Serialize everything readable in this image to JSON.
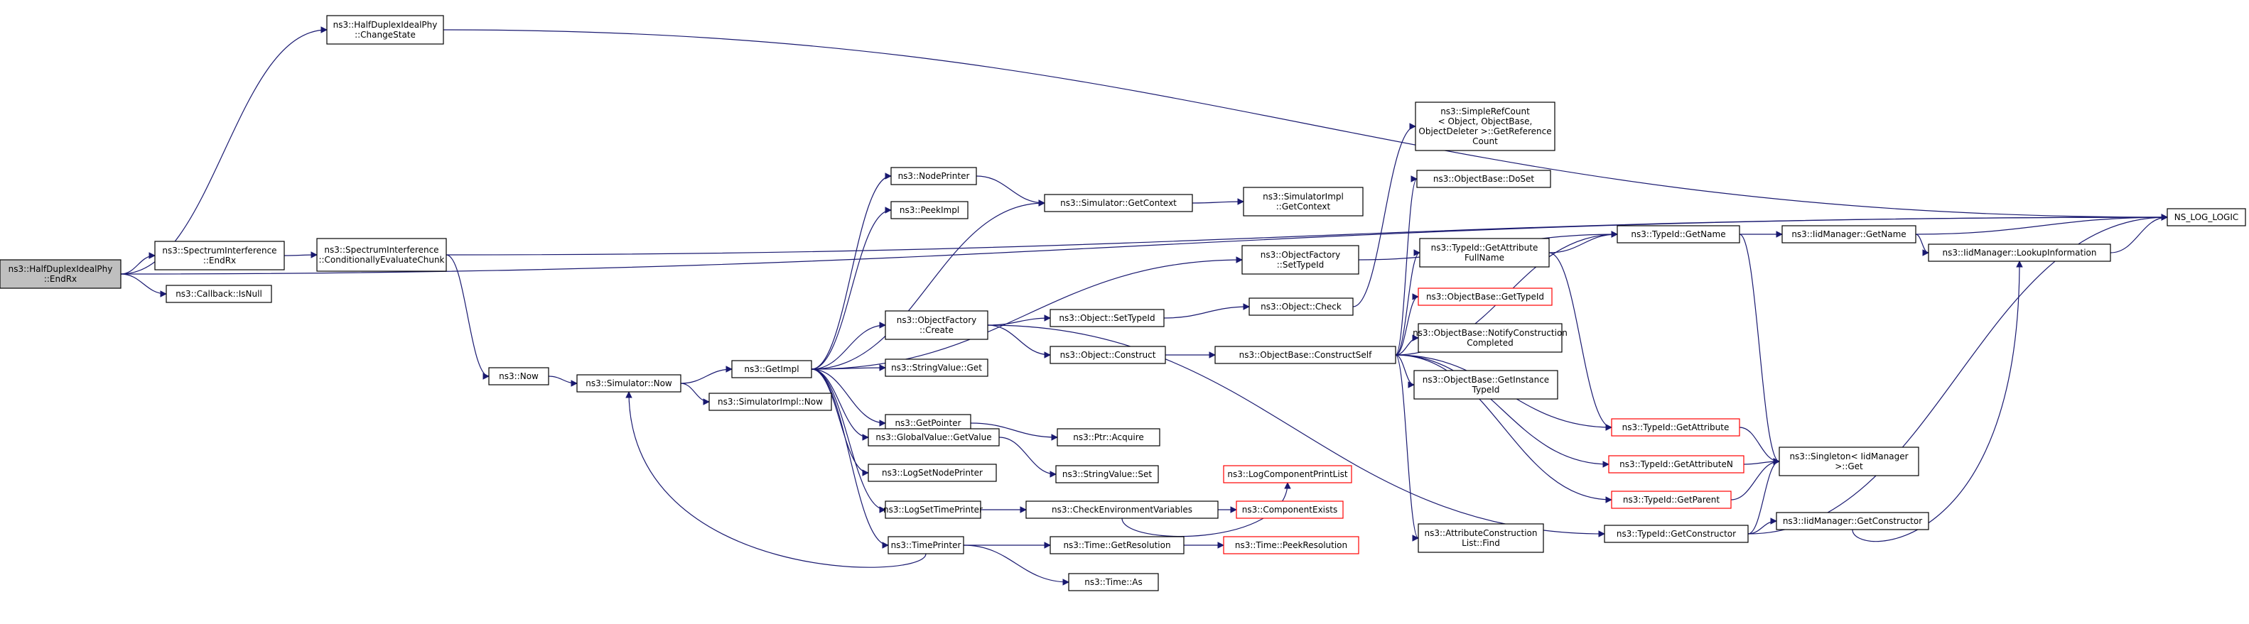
{
  "colors": {
    "background": "#ffffff",
    "node_fill": "#ffffff",
    "root_fill": "#bfbfbf",
    "edge": "#191970",
    "border": "#000000",
    "border_incomplete": "#ff0000"
  },
  "nodes": {
    "endrx": {
      "lines": [
        "ns3::HalfDuplexIdealPhy",
        "::EndRx"
      ],
      "root": true
    },
    "changestate": {
      "lines": [
        "ns3::HalfDuplexIdealPhy",
        "::ChangeState"
      ]
    },
    "spec_endrx": {
      "lines": [
        "ns3::SpectrumInterference",
        "::EndRx"
      ]
    },
    "cond": {
      "lines": [
        "ns3::SpectrumInterference",
        "::ConditionallyEvaluateChunk"
      ]
    },
    "isnull": {
      "lines": [
        "ns3::Callback::IsNull"
      ]
    },
    "now": {
      "lines": [
        "ns3::Now"
      ]
    },
    "simnow": {
      "lines": [
        "ns3::Simulator::Now"
      ]
    },
    "simimplnow": {
      "lines": [
        "ns3::SimulatorImpl::Now"
      ]
    },
    "getimpl": {
      "lines": [
        "ns3::GetImpl"
      ]
    },
    "nodeprinter": {
      "lines": [
        "ns3::NodePrinter"
      ]
    },
    "peekimpl": {
      "lines": [
        "ns3::PeekImpl"
      ]
    },
    "getcontext": {
      "lines": [
        "ns3::Simulator::GetContext"
      ]
    },
    "implgetcontext": {
      "lines": [
        "ns3::SimulatorImpl",
        "::GetContext"
      ]
    },
    "ofcreate": {
      "lines": [
        "ns3::ObjectFactory",
        "::Create"
      ]
    },
    "ofsettypeid": {
      "lines": [
        "ns3::ObjectFactory",
        "::SetTypeId"
      ]
    },
    "strget": {
      "lines": [
        "ns3::StringValue::Get"
      ]
    },
    "getpointer": {
      "lines": [
        "ns3::GetPointer"
      ]
    },
    "gvgetvalue": {
      "lines": [
        "ns3::GlobalValue::GetValue"
      ]
    },
    "lognodeprinter": {
      "lines": [
        "ns3::LogSetNodePrinter"
      ]
    },
    "logtimeprinter": {
      "lines": [
        "ns3::LogSetTimePrinter"
      ]
    },
    "timeprinter": {
      "lines": [
        "ns3::TimePrinter"
      ]
    },
    "objsettypeid": {
      "lines": [
        "ns3::Object::SetTypeId"
      ]
    },
    "objconstruct": {
      "lines": [
        "ns3::Object::Construct"
      ]
    },
    "ptracquire": {
      "lines": [
        "ns3::Ptr::Acquire"
      ]
    },
    "strset": {
      "lines": [
        "ns3::StringValue::Set"
      ]
    },
    "checkenv": {
      "lines": [
        "ns3::CheckEnvironmentVariables"
      ]
    },
    "getres": {
      "lines": [
        "ns3::Time::GetResolution"
      ]
    },
    "timeas": {
      "lines": [
        "ns3::Time::As"
      ]
    },
    "logcomplist": {
      "lines": [
        "ns3::LogComponentPrintList"
      ],
      "red": true
    },
    "compexists": {
      "lines": [
        "ns3::ComponentExists"
      ],
      "red": true
    },
    "peekres": {
      "lines": [
        "ns3::Time::PeekResolution"
      ],
      "red": true
    },
    "objcheck": {
      "lines": [
        "ns3::Object::Check"
      ]
    },
    "construct_self": {
      "lines": [
        "ns3::ObjectBase::ConstructSelf"
      ]
    },
    "refcount": {
      "lines": [
        "ns3::SimpleRefCount",
        "< Object, ObjectBase,",
        "ObjectDeleter >::GetReference",
        "Count"
      ]
    },
    "doset": {
      "lines": [
        "ns3::ObjectBase::DoSet"
      ]
    },
    "attrfullname": {
      "lines": [
        "ns3::TypeId::GetAttribute",
        "FullName"
      ]
    },
    "obgettypeid": {
      "lines": [
        "ns3::ObjectBase::GetTypeId"
      ],
      "red": true
    },
    "notifyconst": {
      "lines": [
        "ns3::ObjectBase::NotifyConstruction",
        "Completed"
      ]
    },
    "getinstance": {
      "lines": [
        "ns3::ObjectBase::GetInstance",
        "TypeId"
      ]
    },
    "attrconstfind": {
      "lines": [
        "ns3::AttributeConstruction",
        "List::Find"
      ]
    },
    "tgetname": {
      "lines": [
        "ns3::TypeId::GetName"
      ]
    },
    "tgetattr": {
      "lines": [
        "ns3::TypeId::GetAttribute"
      ],
      "red": true
    },
    "tgetattrn": {
      "lines": [
        "ns3::TypeId::GetAttributeN"
      ],
      "red": true
    },
    "tgetparent": {
      "lines": [
        "ns3::TypeId::GetParent"
      ],
      "red": true
    },
    "tgetconstructor": {
      "lines": [
        "ns3::TypeId::GetConstructor"
      ]
    },
    "iidgetname": {
      "lines": [
        "ns3::IidManager::GetName"
      ]
    },
    "iidlookup": {
      "lines": [
        "ns3::IidManager::LookupInformation"
      ]
    },
    "iidgetconstructor": {
      "lines": [
        "ns3::IidManager::GetConstructor"
      ]
    },
    "singleton": {
      "lines": [
        "ns3::Singleton< IidManager",
        ">::Get"
      ]
    },
    "nslog": {
      "lines": [
        "NS_LOG_LOGIC"
      ]
    }
  },
  "edges": [
    [
      "endrx",
      "changestate"
    ],
    [
      "endrx",
      "spec_endrx"
    ],
    [
      "endrx",
      "isnull"
    ],
    [
      "endrx",
      "nslog"
    ],
    [
      "changestate",
      "nslog"
    ],
    [
      "spec_endrx",
      "cond"
    ],
    [
      "cond",
      "nslog"
    ],
    [
      "cond",
      "now"
    ],
    [
      "now",
      "simnow"
    ],
    [
      "simnow",
      "getimpl"
    ],
    [
      "simnow",
      "simimplnow"
    ],
    [
      "getimpl",
      "nodeprinter"
    ],
    [
      "getimpl",
      "peekimpl"
    ],
    [
      "getimpl",
      "getcontext"
    ],
    [
      "getimpl",
      "ofsettypeid"
    ],
    [
      "getimpl",
      "ofcreate"
    ],
    [
      "getimpl",
      "strget"
    ],
    [
      "getimpl",
      "getpointer"
    ],
    [
      "getimpl",
      "gvgetvalue"
    ],
    [
      "getimpl",
      "lognodeprinter"
    ],
    [
      "getimpl",
      "logtimeprinter"
    ],
    [
      "getimpl",
      "timeprinter"
    ],
    [
      "nodeprinter",
      "getcontext"
    ],
    [
      "getcontext",
      "implgetcontext"
    ],
    [
      "timeprinter",
      "simnow"
    ],
    [
      "ofsettypeid",
      "tgetname"
    ],
    [
      "ofcreate",
      "objsettypeid"
    ],
    [
      "ofcreate",
      "objconstruct"
    ],
    [
      "ofcreate",
      "tgetconstructor"
    ],
    [
      "objsettypeid",
      "objcheck"
    ],
    [
      "objcheck",
      "refcount"
    ],
    [
      "objconstruct",
      "construct_self"
    ],
    [
      "getpointer",
      "ptracquire"
    ],
    [
      "gvgetvalue",
      "strset"
    ],
    [
      "logtimeprinter",
      "checkenv"
    ],
    [
      "checkenv",
      "logcomplist"
    ],
    [
      "checkenv",
      "compexists"
    ],
    [
      "timeprinter",
      "getres"
    ],
    [
      "timeprinter",
      "timeas"
    ],
    [
      "getres",
      "peekres"
    ],
    [
      "construct_self",
      "doset"
    ],
    [
      "construct_self",
      "attrfullname"
    ],
    [
      "construct_self",
      "obgettypeid"
    ],
    [
      "construct_self",
      "notifyconst"
    ],
    [
      "construct_self",
      "getinstance"
    ],
    [
      "construct_self",
      "tgetname"
    ],
    [
      "construct_self",
      "tgetattr"
    ],
    [
      "construct_self",
      "tgetattrn"
    ],
    [
      "construct_self",
      "tgetparent"
    ],
    [
      "construct_self",
      "attrconstfind"
    ],
    [
      "attrfullname",
      "tgetname"
    ],
    [
      "attrfullname",
      "tgetattr"
    ],
    [
      "tgetname",
      "iidgetname"
    ],
    [
      "tgetname",
      "singleton"
    ],
    [
      "iidgetname",
      "iidlookup"
    ],
    [
      "iidgetname",
      "nslog"
    ],
    [
      "iidlookup",
      "nslog"
    ],
    [
      "tgetattr",
      "singleton"
    ],
    [
      "tgetattrn",
      "singleton"
    ],
    [
      "tgetparent",
      "singleton"
    ],
    [
      "tgetconstructor",
      "singleton"
    ],
    [
      "tgetconstructor",
      "iidgetconstructor"
    ],
    [
      "iidgetconstructor",
      "iidlookup"
    ],
    [
      "tgetconstructor",
      "nslog"
    ]
  ]
}
